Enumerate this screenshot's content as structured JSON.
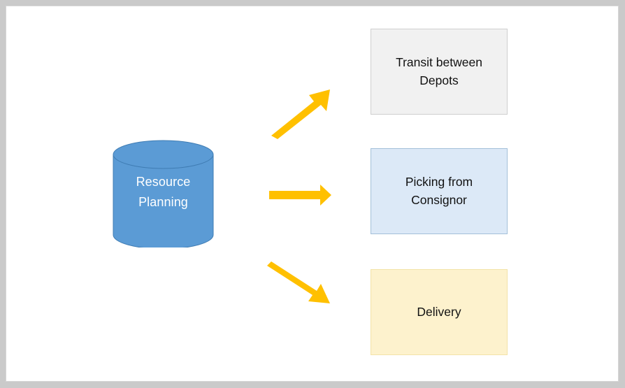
{
  "slide": {
    "background_color": "#ffffff",
    "frame_color": "#cacaca"
  },
  "source": {
    "shape": "cylinder",
    "label_line1": "Resource",
    "label_line2": "Planning",
    "fill_color": "#5b9bd5",
    "text_color": "#ffffff"
  },
  "connectors": [
    {
      "name": "arrow-top",
      "direction": "up-right",
      "color": "#ffc000"
    },
    {
      "name": "arrow-middle",
      "direction": "right",
      "color": "#ffc000"
    },
    {
      "name": "arrow-bottom",
      "direction": "down-right",
      "color": "#ffc000"
    }
  ],
  "targets": [
    {
      "id": "transit",
      "label_line1": "Transit between",
      "label_line2": "Depots",
      "fill_color": "#f1f1f1",
      "border_color": "#cfcfcf"
    },
    {
      "id": "picking",
      "label_line1": "Picking from",
      "label_line2": "Consignor",
      "fill_color": "#dce9f7",
      "border_color": "#a3c0d9"
    },
    {
      "id": "delivery",
      "label_line1": "Delivery",
      "label_line2": "",
      "fill_color": "#fdf2cd",
      "border_color": "#f3e3a8"
    }
  ]
}
